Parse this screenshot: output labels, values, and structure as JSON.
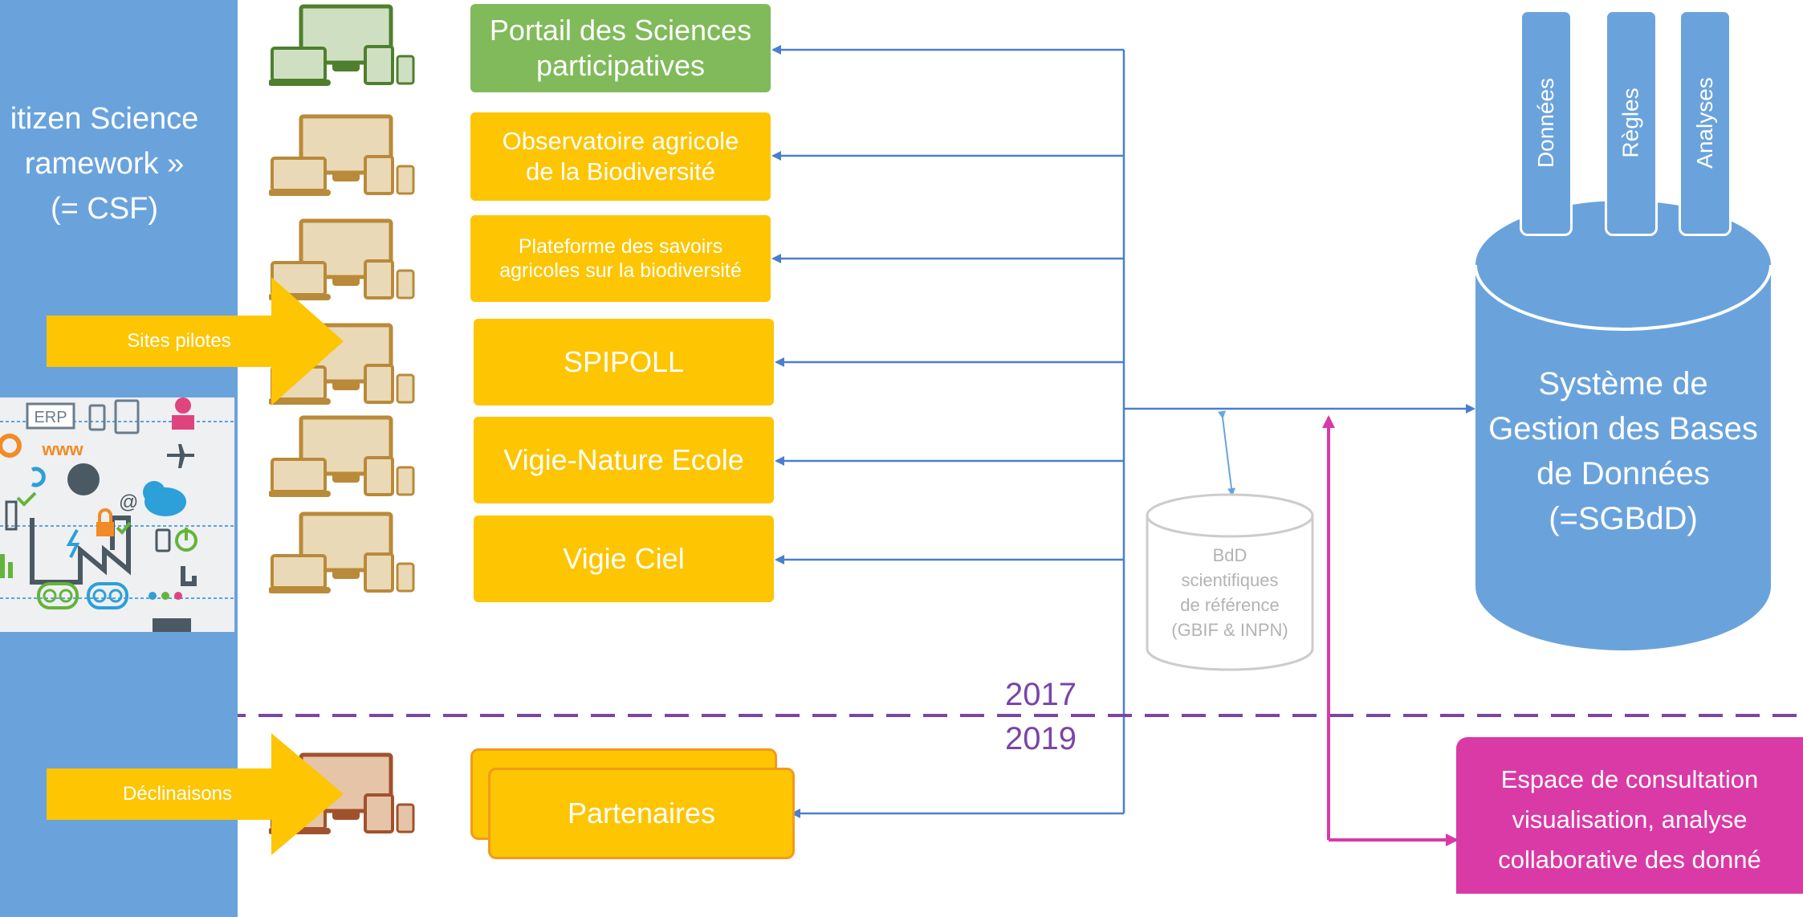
{
  "left_panel": {
    "csf_label": "itizen Science\nramework »\n(= CSF)"
  },
  "pilot_arrow": {
    "label": "Sites pilotes"
  },
  "declinaisons_arrow": {
    "label": "Déclinaisons"
  },
  "sites": [
    {
      "label": "Portail des Sciences\nparticipatives",
      "color": "#80ba5a"
    },
    {
      "label": "Observatoire agricole\nde la Biodiversité",
      "color": "#fdc502"
    },
    {
      "label": "Plateforme des savoirs\nagricoles sur la biodiversité",
      "color": "#fdc502"
    },
    {
      "label": "SPIPOLL",
      "color": "#fdc502"
    },
    {
      "label": "Vigie-Nature Ecole",
      "color": "#fdc502"
    },
    {
      "label": "Vigie Ciel",
      "color": "#fdc502"
    }
  ],
  "partners": {
    "label": "Partenaires",
    "color": "#fdc502",
    "border": "#f39a1b"
  },
  "reference_db": {
    "label": "BdD\nscientifiques\nde référence\n(GBIF & INPN)"
  },
  "timeline": {
    "year_top": "2017",
    "year_bottom": "2019",
    "line_color": "#7a45a7"
  },
  "system": {
    "label": "Système de\nGestion des Bases\nde Données\n(=SGBdD)",
    "pillars": [
      "Données",
      "Règles",
      "Analyses"
    ],
    "color": "#6aa3dc"
  },
  "espace": {
    "label": "Espace de consultation\nvisualisation, analyse\ncollaborative des donné",
    "color": "#da3aa6"
  },
  "icon_collage": {
    "labels": [
      "ERP",
      "WWW",
      "@"
    ]
  },
  "colors": {
    "connector": "#4a7fcf",
    "accent_arrow": "#fdc502"
  }
}
